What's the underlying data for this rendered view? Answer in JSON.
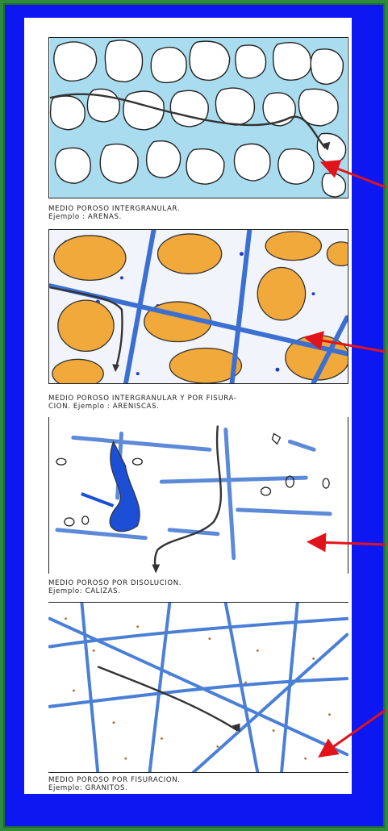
{
  "panels": [
    {
      "title": "MEDIO POROSO INTERGRANULAR.",
      "example": "Ejemplo : ARENAS."
    },
    {
      "title": "MEDIO POROSO INTERGRANULAR Y POR FISURA-",
      "title2": "CION.",
      "example": "Ejemplo : ARENISCAS."
    },
    {
      "title": "MEDIO POROSO POR DISOLUCION.",
      "example": "Ejemplo: CALIZAS."
    },
    {
      "title": "MEDIO POROSO POR FISURACION.",
      "example": "Ejemplo: GRANITOS."
    }
  ],
  "colors": {
    "background": "#0d17f2",
    "border": "#2f8a3c",
    "water": "#a9dcef",
    "grain": "#f0a93a",
    "fracture": "#3b6fd1",
    "arrow": "#e0141a"
  }
}
